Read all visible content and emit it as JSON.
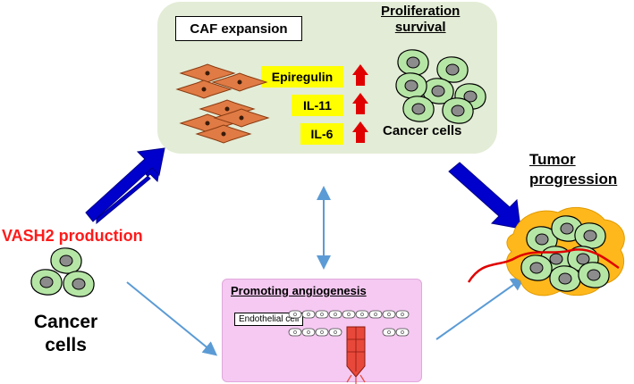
{
  "caf": {
    "title": "CAF expansion",
    "proliferation": [
      "Proliferation",
      "survival"
    ],
    "factors": [
      {
        "name": "Epiregulin",
        "trend": "up"
      },
      {
        "name": "IL-11",
        "trend": "up"
      },
      {
        "name": "IL-6",
        "trend": "up"
      }
    ],
    "cancer_cells_label": "Cancer cells"
  },
  "vash2_label": "VASH2 production",
  "left_cancer_label": [
    "Cancer",
    "cells"
  ],
  "tumor_label": [
    "Tumor",
    "progression"
  ],
  "angiogenesis": {
    "title": "Promoting angiogenesis",
    "endothelial_label": "Endothelial cell"
  },
  "colors": {
    "caf_bg": "#e3ecd6",
    "angio_bg": "#f5c9f2",
    "factor_bg": "#ffff00",
    "vash2_text": "#ff1a1a",
    "thick_arrow": "#0000cc",
    "thin_arrow": "#5b9bd5",
    "fibroblast": "#e07b45",
    "cell_fill": "#b6e6a6",
    "nucleus": "#8c8c8c",
    "tumor": "#ffb81c",
    "up_arrow": "#e00000"
  }
}
